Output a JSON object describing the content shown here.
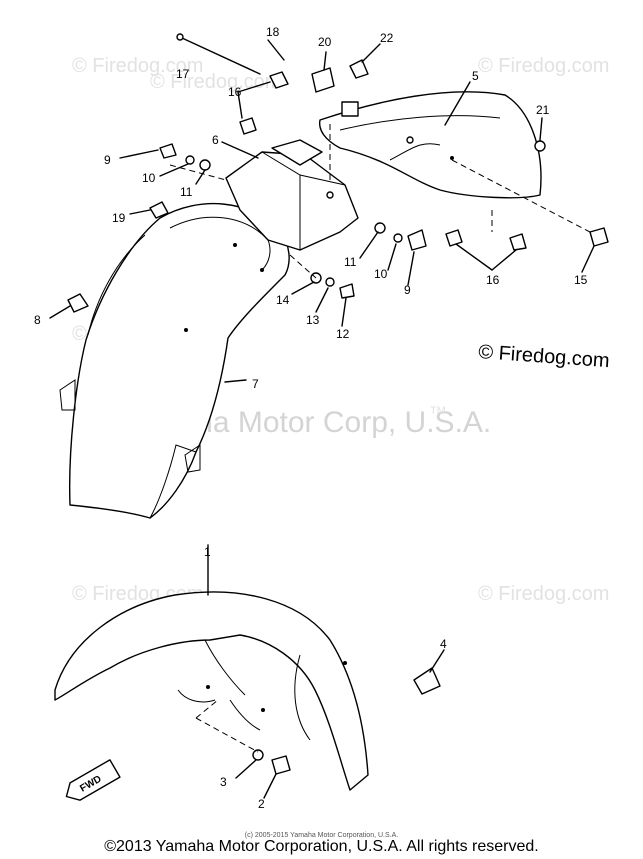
{
  "watermarks": {
    "firedog": "© Firedog.com",
    "yamaha": "Yamaha Motor Corp, U.S.A.",
    "tm": "TM"
  },
  "callouts": [
    "1",
    "2",
    "3",
    "4",
    "5",
    "6",
    "7",
    "8",
    "9",
    "10",
    "11",
    "12",
    "13",
    "14",
    "15",
    "16",
    "17",
    "18",
    "19",
    "20",
    "21",
    "22"
  ],
  "labels": {
    "fwd": "FWD"
  },
  "footer": {
    "small_copyright": "(c) 2005-2015 Yamaha Motor Corporation, U.S.A.",
    "main_copyright": "©2013 Yamaha Motor Corporation, U.S.A. All rights reserved."
  }
}
